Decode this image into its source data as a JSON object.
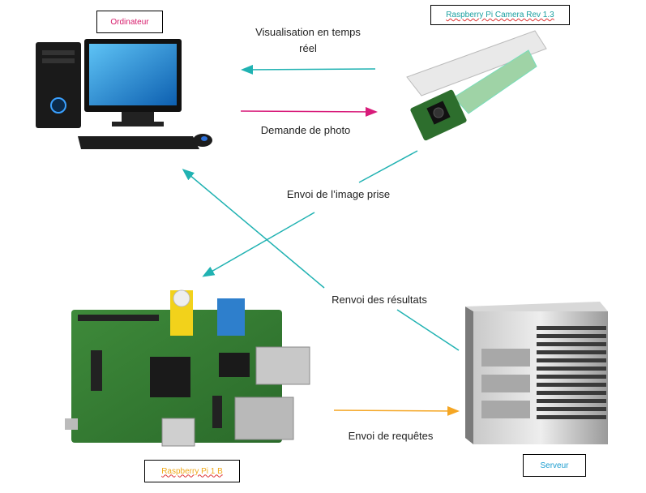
{
  "nodes": {
    "ordinateur": {
      "label": "Ordinateur",
      "color": "#d61a6a"
    },
    "camera": {
      "label": "Raspberry Pi Camera Rev 1.3",
      "color": "#1aa0a0"
    },
    "raspberry": {
      "label": "Raspberry Pi 1 B",
      "color": "#f0a818"
    },
    "serveur": {
      "label": "Serveur",
      "color": "#1a9ccf"
    }
  },
  "edges": {
    "visualisation": "Visualisation en temps réel",
    "demande": "Demande de photo",
    "envoi_image": "Envoi de l’image prise",
    "renvoi": "Renvoi des résultats",
    "requetes": "Envoi de requêtes"
  },
  "colors": {
    "teal": "#20b2b2",
    "pink": "#d81b7a",
    "orange": "#f5a623"
  }
}
